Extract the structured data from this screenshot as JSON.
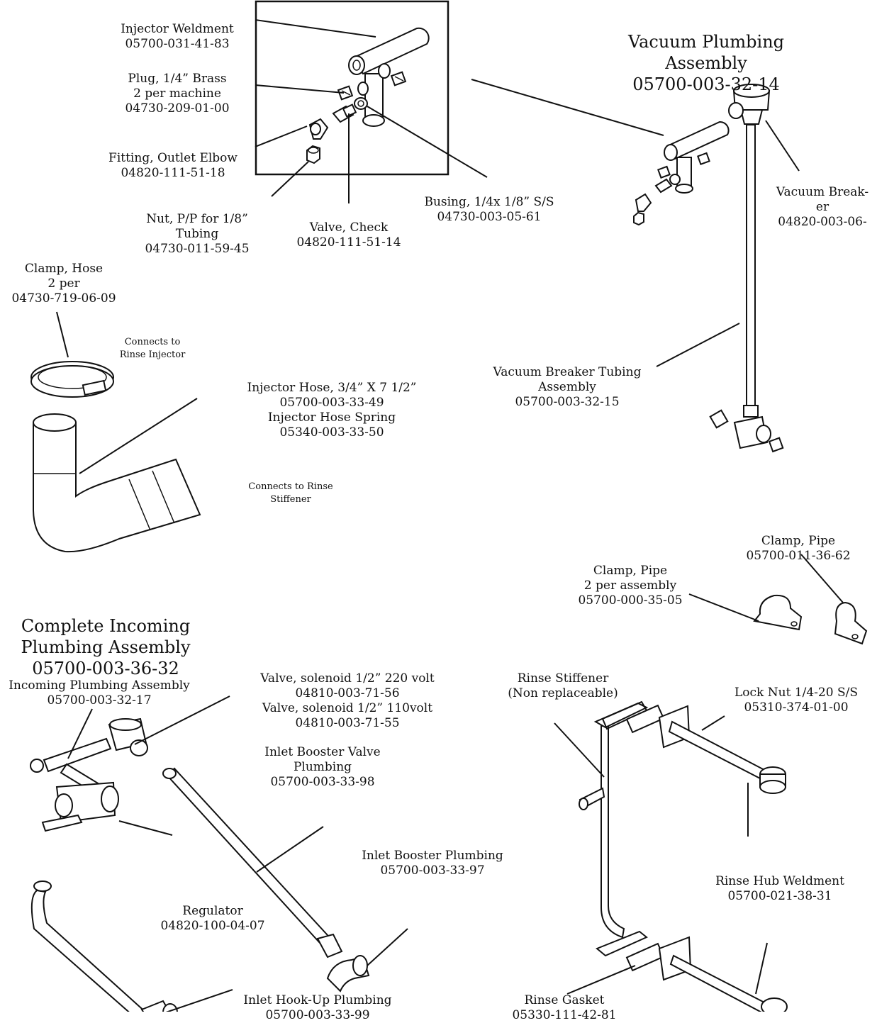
{
  "titles": {
    "vacuum": [
      "Vacuum Plumbing Assembly",
      "05700-003-32-14"
    ],
    "incoming": [
      "Complete Incoming",
      "Plumbing Assembly",
      "05700-003-36-32"
    ]
  },
  "labels": {
    "injector_weldment": [
      "Injector Weldment",
      "05700-031-41-83"
    ],
    "plug": [
      "Plug, 1/4” Brass",
      "2 per machine",
      "04730-209-01-00"
    ],
    "fitting": [
      "Fitting, Outlet Elbow",
      "04820-111-51-18"
    ],
    "nut": [
      "Nut, P/P for 1/8”",
      "Tubing",
      "04730-011-59-45"
    ],
    "valve_check": [
      "Valve, Check",
      "04820-111-51-14"
    ],
    "busing": [
      "Busing, 1/4x 1/8” S/S",
      "04730-003-05-61"
    ],
    "vacuum_breaker": [
      "Vacuum Break-",
      "er",
      "04820-003-06-"
    ],
    "clamp_hose": [
      "Clamp, Hose",
      "2 per",
      "04730-719-06-09"
    ],
    "connects_injector": [
      "Connects to",
      "Rinse Injector"
    ],
    "injector_hose": [
      "Injector Hose, 3/4” X 7 1/2”",
      "05700-003-33-49",
      "Injector Hose Spring",
      "05340-003-33-50"
    ],
    "connects_stiffener": [
      "Connects to Rinse",
      "Stiffener"
    ],
    "vb_tubing": [
      "Vacuum Breaker Tubing",
      "Assembly",
      "05700-003-32-15"
    ],
    "clamp_pipe_1": [
      "Clamp, Pipe",
      "05700-011-36-62"
    ],
    "clamp_pipe_2": [
      "Clamp, Pipe",
      "2 per assembly",
      "05700-000-35-05"
    ],
    "incoming_assembly": [
      "Incoming Plumbing Assembly",
      "05700-003-32-17"
    ],
    "solenoid": [
      "Valve, solenoid 1/2” 220 volt",
      "04810-003-71-56",
      "Valve, solenoid 1/2” 110volt",
      "04810-003-71-55"
    ],
    "rinse_stiffener": [
      "Rinse Stiffener",
      "(Non replaceable)"
    ],
    "lock_nut": [
      "Lock Nut 1/4-20 S/S",
      "05310-374-01-00"
    ],
    "booster_valve": [
      "Inlet Booster Valve",
      "Plumbing",
      "05700-003-33-98"
    ],
    "booster_plumbing": [
      "Inlet Booster Plumbing",
      "05700-003-33-97"
    ],
    "rinse_hub": [
      "Rinse Hub Weldment",
      "05700-021-38-31"
    ],
    "regulator": [
      "Regulator",
      "04820-100-04-07"
    ],
    "hookup": [
      "Inlet Hook-Up Plumbing",
      "05700-003-33-99"
    ],
    "rinse_gasket": [
      "Rinse Gasket",
      "05330-111-42-81"
    ]
  }
}
